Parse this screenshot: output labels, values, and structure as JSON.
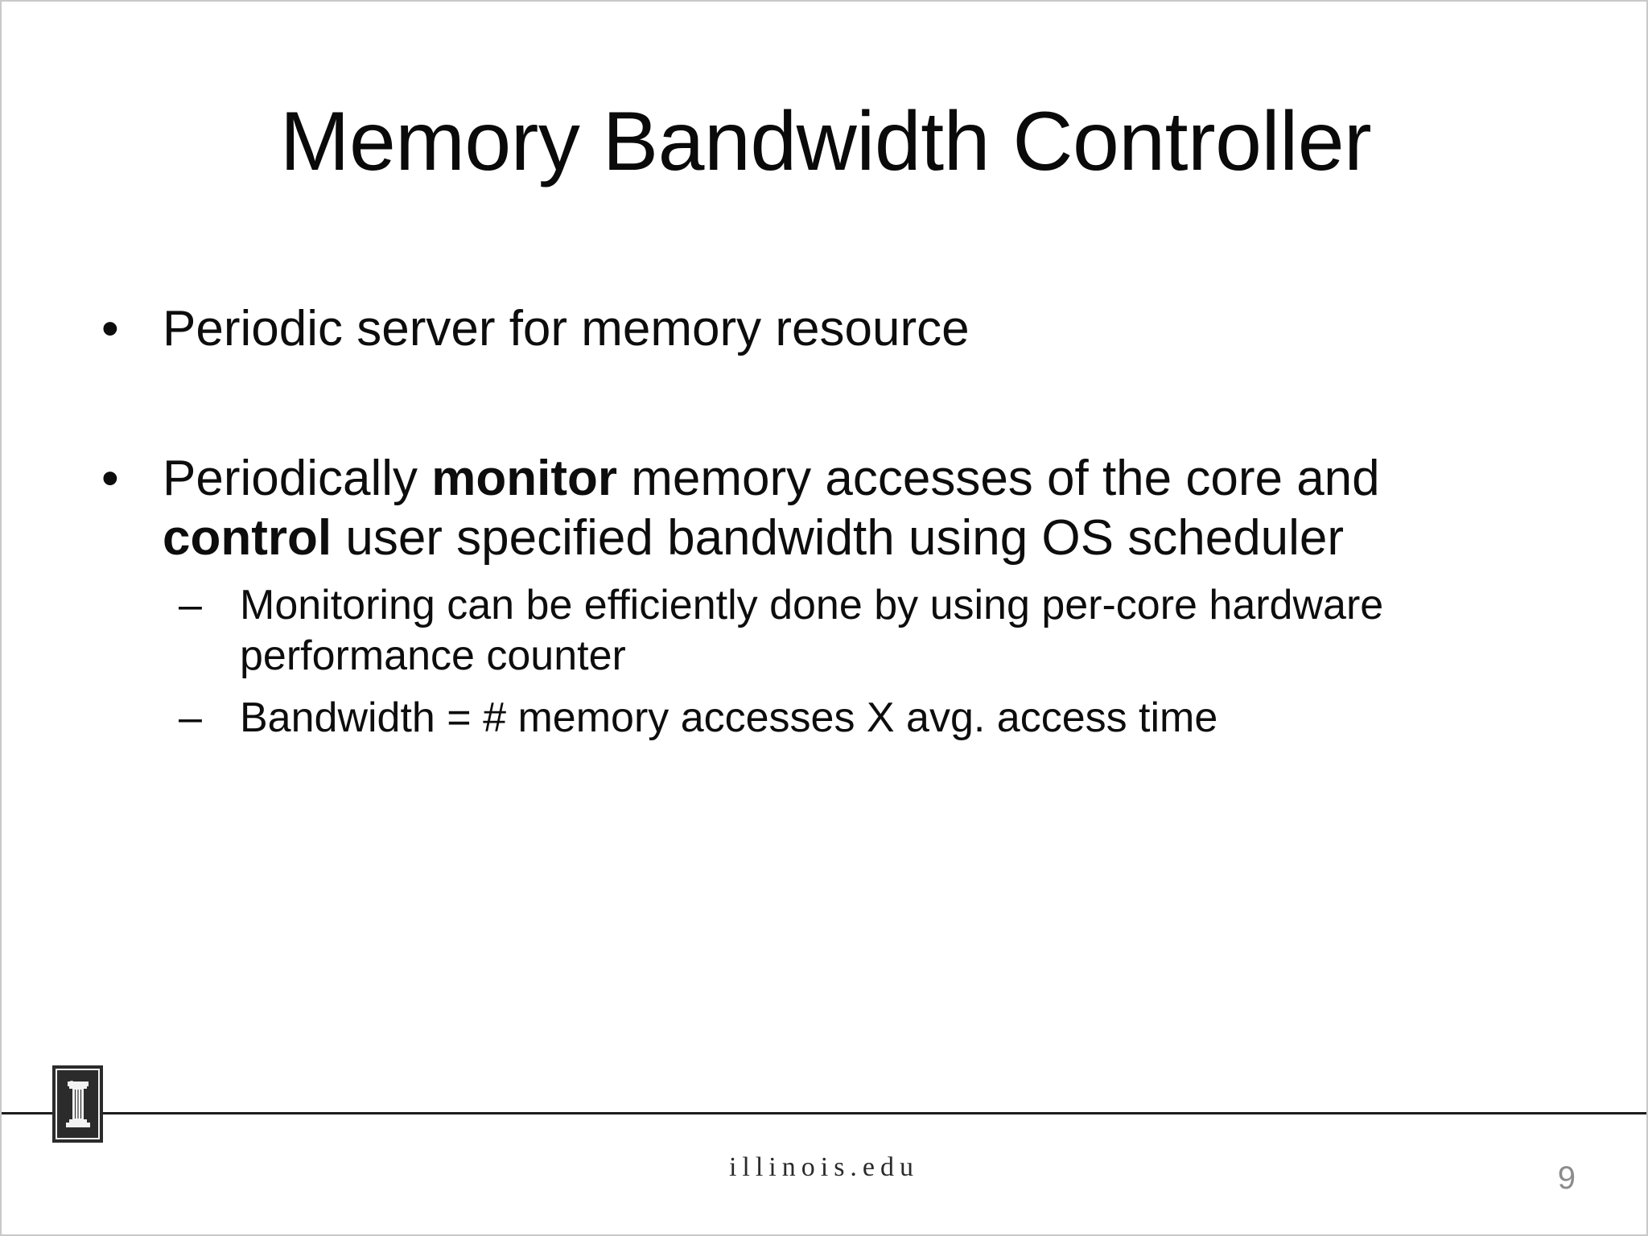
{
  "slide": {
    "title": "Memory Bandwidth Controller",
    "page_number": "9",
    "bullets": [
      {
        "level": 1,
        "marker": "•",
        "text": "Periodic server for memory resource"
      },
      {
        "level": 1,
        "marker": "•",
        "text_parts": [
          {
            "text": "Periodically ",
            "bold": false
          },
          {
            "text": "monitor",
            "bold": true
          },
          {
            "text": " memory accesses of the core and ",
            "bold": false
          },
          {
            "text": "control",
            "bold": true
          },
          {
            "text": " user specified bandwidth using OS scheduler",
            "bold": false
          }
        ],
        "text": "Periodically monitor memory accesses of the core and control user specified bandwidth using OS scheduler"
      },
      {
        "level": 2,
        "marker": "–",
        "text": "Monitoring can be efficiently done by using per-core hardware performance counter"
      },
      {
        "level": 2,
        "marker": "–",
        "text": "Bandwidth = # memory accesses X avg. access time"
      }
    ]
  },
  "footer": {
    "url": "illinois.edu",
    "logo_label": "University of Illinois block I logo"
  },
  "colors": {
    "text": "#0d0d0d",
    "title": "#0a0a0a",
    "rule": "#1d1d1d",
    "logo_bg": "#2b2b2b",
    "logo_fg": "#f2f2f2",
    "page_number": "#8c8c8c",
    "slide_border": "#c9c9c9",
    "background": "#ffffff"
  }
}
